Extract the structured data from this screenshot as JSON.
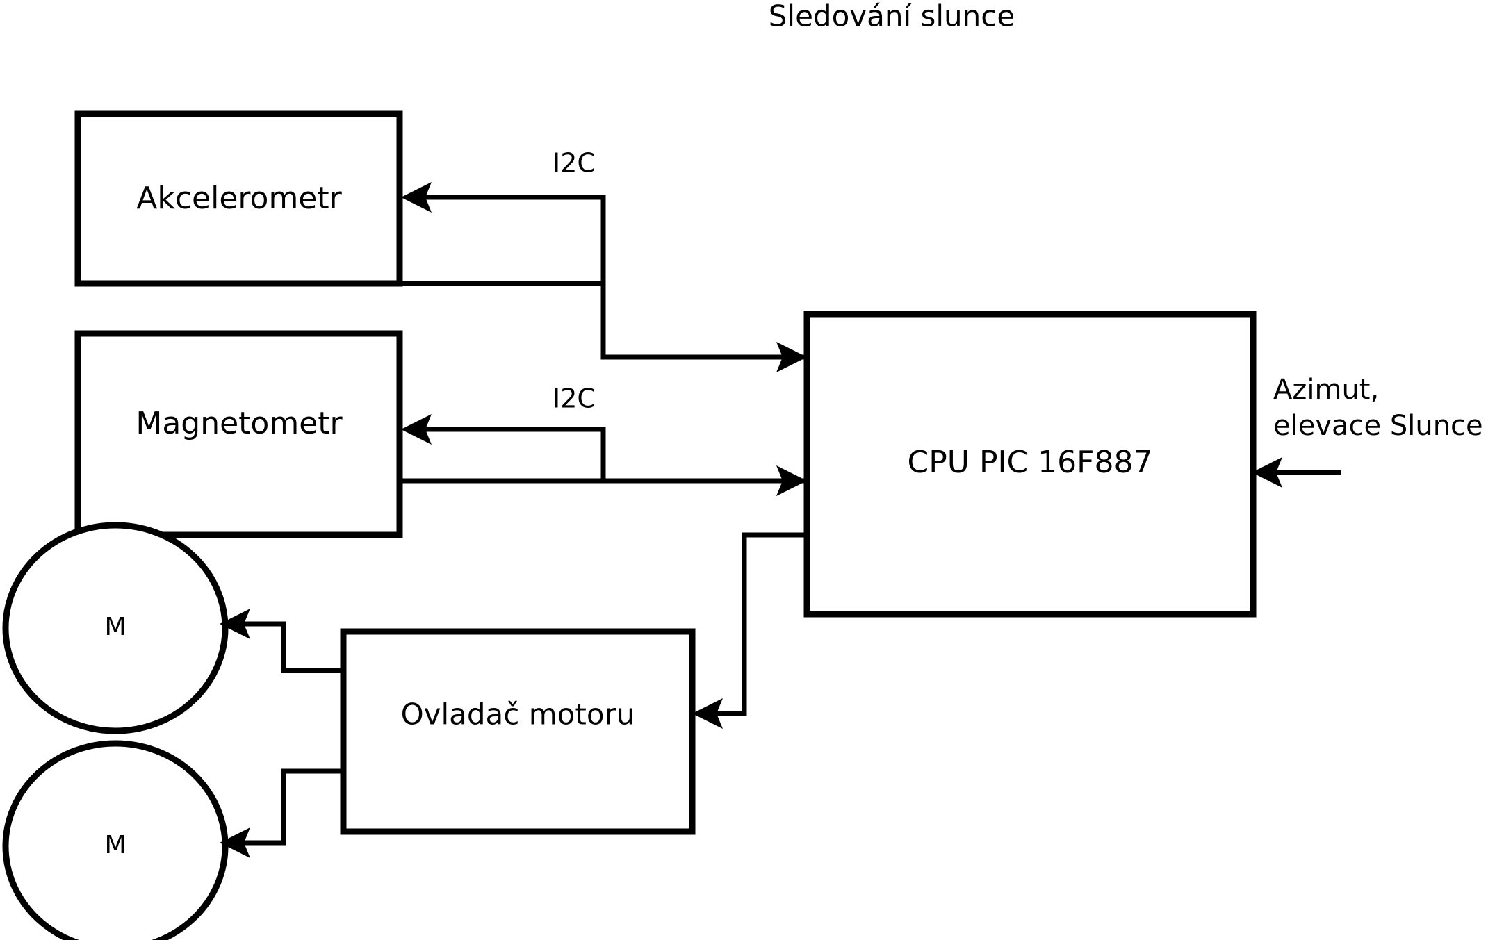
{
  "title": "Sledování slunce",
  "diagram": {
    "type": "block-diagram",
    "background_color": "#ffffff",
    "line_color": "#000000",
    "nodes": [
      {
        "id": "akcelerometr",
        "label": "Akcelerometr",
        "shape": "rectangle"
      },
      {
        "id": "magnetometr",
        "label": "Magnetometr",
        "shape": "rectangle"
      },
      {
        "id": "cpu",
        "label": "CPU PIC 16F887",
        "shape": "rectangle"
      },
      {
        "id": "ovladac",
        "label": "Ovladač motoru",
        "shape": "rectangle"
      },
      {
        "id": "motor-1",
        "label": "M",
        "shape": "ellipse"
      },
      {
        "id": "motor-2",
        "label": "M",
        "shape": "ellipse"
      }
    ],
    "edges": [
      {
        "id": "cpu-to-akcelerometr",
        "from": "cpu",
        "to": "akcelerometr",
        "label": "I2C"
      },
      {
        "id": "akcelerometr-to-cpu",
        "from": "akcelerometr",
        "to": "cpu",
        "label": ""
      },
      {
        "id": "cpu-to-magnetometr",
        "from": "cpu",
        "to": "magnetometr",
        "label": "I2C"
      },
      {
        "id": "magnetometr-to-cpu",
        "from": "magnetometr",
        "to": "cpu",
        "label": ""
      },
      {
        "id": "cpu-to-ovladac",
        "from": "cpu",
        "to": "ovladac",
        "label": ""
      },
      {
        "id": "ovladac-to-motor-1",
        "from": "ovladac",
        "to": "motor-1",
        "label": ""
      },
      {
        "id": "ovladac-to-motor-2",
        "from": "ovladac",
        "to": "motor-2",
        "label": ""
      },
      {
        "id": "sun-input-to-cpu",
        "from": "external",
        "to": "cpu",
        "label": "Azimut, elevace Slunce"
      }
    ],
    "external_input": {
      "line1": "Azimut,",
      "line2": "elevace Slunce"
    },
    "edge_labels": {
      "i2c_top": "I2C",
      "i2c_bottom": "I2C"
    }
  }
}
